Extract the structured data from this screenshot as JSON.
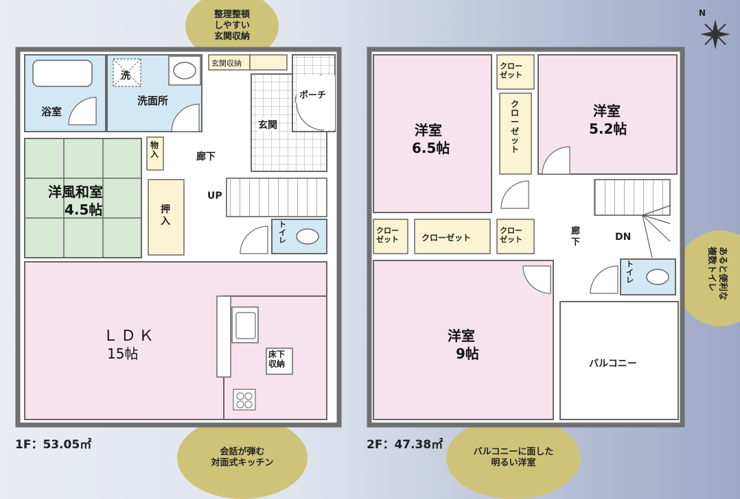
{
  "callouts": {
    "genkan": "整理整頓\nしやすい\n玄関収納",
    "kitchen": "会話が弾む\n対面式キッチン",
    "balcony_room": "バルコニーに面した\n明るい洋室",
    "toilet": "あると便利な\n複数トイレ"
  },
  "floor1": {
    "area": "1F：53.05㎡",
    "rooms": {
      "bath": "浴室",
      "washroom": "洗面所",
      "washer": "洗",
      "entry_storage": "玄関収納",
      "entrance": "玄関",
      "porch": "ポーチ",
      "storage": "物\n入",
      "corridor": "廊下",
      "up": "UP",
      "washitsu_name": "洋風和室",
      "washitsu_size": "4.5帖",
      "oshiire": "押\n入",
      "toilet": "ト\nイ\nレ",
      "ldk_name": "ＬＤＫ",
      "ldk_size": "15帖",
      "underfloor": "床下\n収納"
    }
  },
  "floor2": {
    "area": "2F：47.38㎡",
    "rooms": {
      "room65_name": "洋室",
      "room65_size": "6.5帖",
      "closet_a": "クロー\nゼット",
      "closet_tall": "ク\nロ\nー\nゼ\nッ\nト",
      "room52_name": "洋室",
      "room52_size": "5.2帖",
      "closet_b": "クロー\nゼット",
      "closet_long": "クローゼット",
      "closet_c": "クロー\nゼット",
      "corridor": "廊\n下",
      "dn": "DN",
      "toilet": "ト\nイ\nレ",
      "room9_name": "洋室",
      "room9_size": "9帖",
      "balcony": "バルコニー"
    }
  },
  "compass": "N",
  "colors": {
    "pink": "#f6e3ed",
    "blue": "#d3e8f5",
    "green": "#d6ead4",
    "cream": "#fbf3d2",
    "wall": "#6f6f6f",
    "badge": "#cfc37a"
  }
}
